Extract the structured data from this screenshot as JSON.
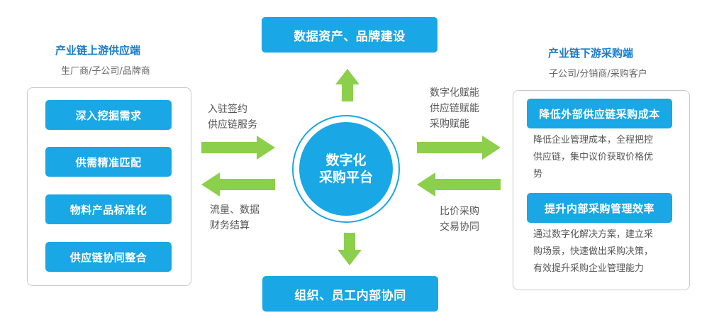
{
  "left": {
    "title": "产业链上游供应端",
    "subtitle": "生厂商/子公司/品牌商",
    "items": [
      "深入挖掘需求",
      "供需精准匹配",
      "物料产品标准化",
      "供应链协同整合"
    ]
  },
  "right": {
    "title": "产业链下游采购端",
    "subtitle": "子公司/分销商/采购客户",
    "blocks": [
      {
        "heading": "降低外部供应链采购成本",
        "lines": [
          "降低企业管理成本，全程把控",
          "供应链，集中议价获取价格优",
          "势"
        ]
      },
      {
        "heading": "提升内部采购管理效率",
        "lines": [
          "通过数字化解决方案，建立采",
          "购场景，快速做出采购决策，",
          "有效提升采购企业管理能力"
        ]
      }
    ]
  },
  "center": {
    "line1": "数字化",
    "line2": "采购平台",
    "top_box": "数据资产、品牌建设",
    "bottom_box": "组织、员工内部协同"
  },
  "flows": {
    "left_top": [
      "入驻签约",
      "供应链服务"
    ],
    "left_bottom": [
      "流量、数据",
      "财务结算"
    ],
    "right_top": [
      "数字化赋能",
      "供应链赋能",
      "采购赋能"
    ],
    "right_bottom": [
      "比价采购",
      "交易协同"
    ]
  },
  "colors": {
    "accent": "#19a7e5",
    "arrow": "#8ccf4b",
    "title": "#1a7cc9"
  }
}
